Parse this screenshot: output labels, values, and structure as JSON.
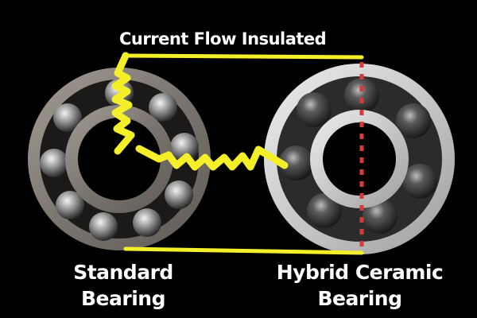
{
  "title": "Current Flow Insulated",
  "labels": {
    "standard_line1": "Standard",
    "standard_line2": "Bearing",
    "hybrid_line1": "Hybrid Ceramic",
    "hybrid_line2": "Bearing"
  },
  "colors": {
    "background": "#000000",
    "current_line": "#f5ef2a",
    "insulation_line": "#d63a3a",
    "steel_ring": "#8d8780",
    "ceramic_ring": "#d9d9d9",
    "ceramic_ball": "#4a4a4a",
    "text": "#ffffff"
  },
  "bearings": [
    {
      "name": "standard",
      "balls": "steel"
    },
    {
      "name": "hybrid-ceramic",
      "balls": "ceramic"
    }
  ]
}
